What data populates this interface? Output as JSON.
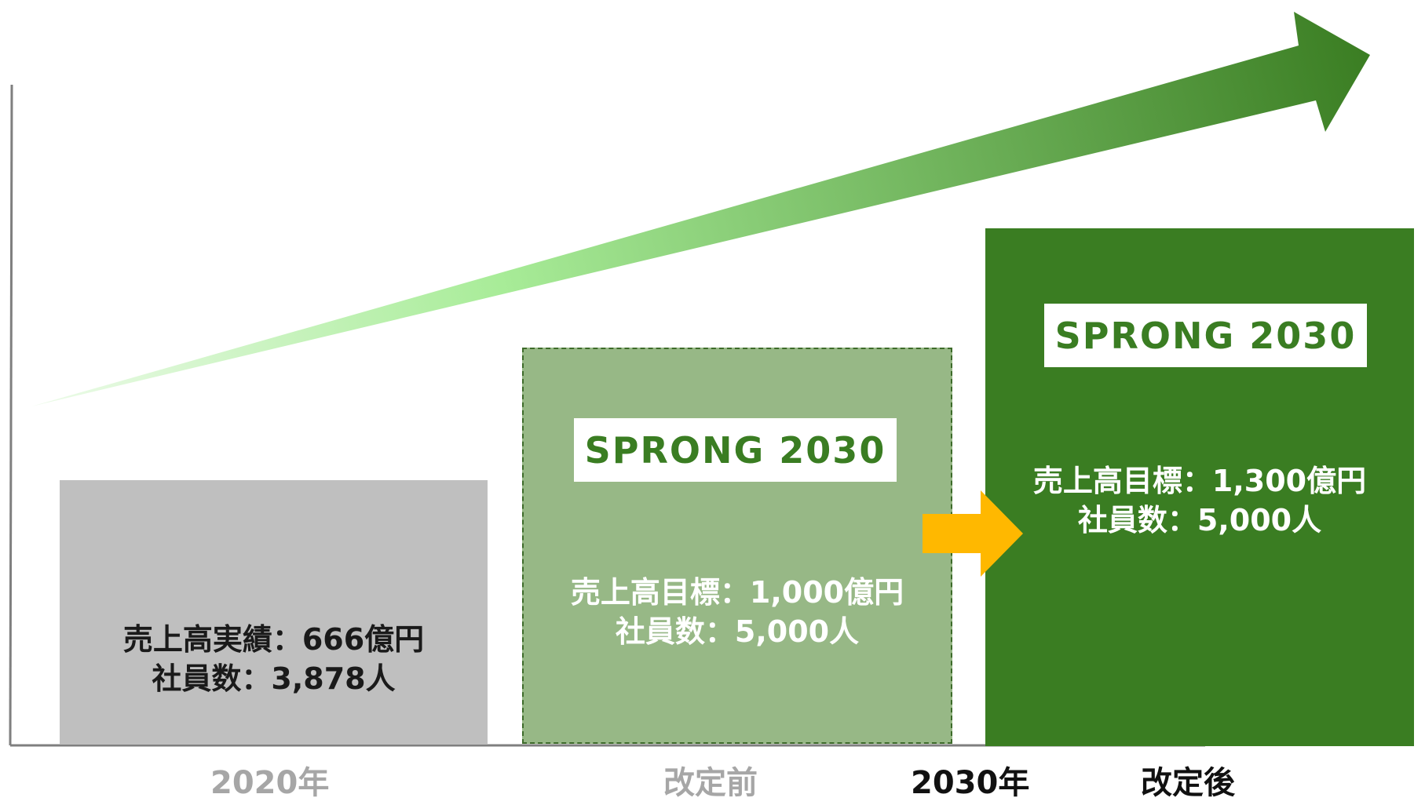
{
  "chart_data": {
    "type": "bar",
    "categories": [
      "2020年",
      "改定前",
      "改定後"
    ],
    "axis_group_label": "2030年",
    "bars": [
      {
        "category": "2020年",
        "badge": "",
        "sales_label": "売上高実績：666億円",
        "employees_label": "社員数：3,878人",
        "sales_oku_yen": 666,
        "employees": 3878,
        "color": "#bfbfbf"
      },
      {
        "category": "改定前",
        "badge": "SPRONG 2030",
        "sales_label": "売上高目標：1,000億円",
        "employees_label": "社員数：5,000人",
        "sales_oku_yen": 1000,
        "employees": 5000,
        "color": "#97b886",
        "border": "dashed"
      },
      {
        "category": "改定後",
        "badge": "SPRONG 2030",
        "sales_label": "売上高目標：1,300億円",
        "employees_label": "社員数：5,000人",
        "sales_oku_yen": 1300,
        "employees": 5000,
        "color": "#3a7d22"
      }
    ],
    "trend_arrow_colors": [
      "#a8ec98",
      "#3a7d22"
    ],
    "revision_arrow_color": "#ffb800"
  }
}
